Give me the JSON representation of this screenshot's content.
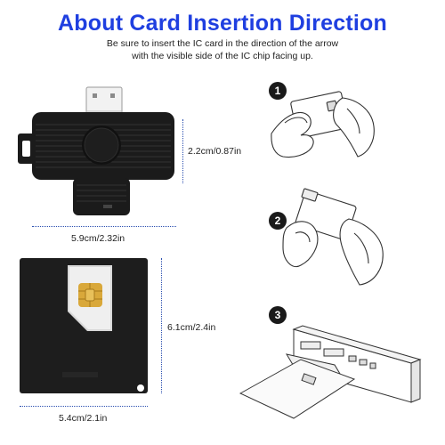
{
  "header": {
    "title": "About Card Insertion Direction",
    "subtitle_line1": "Be sure to insert the IC card in the direction of the arrow",
    "subtitle_line2": "with the visible side of the IC chip facing up."
  },
  "reader": {
    "height_label": "2.2cm/0.87in",
    "width_label": "5.9cm/2.32in"
  },
  "card": {
    "height_label": "6.1cm/2.4in",
    "width_label": "5.4cm/2.1in"
  },
  "steps": [
    {
      "number": "1"
    },
    {
      "number": "2"
    },
    {
      "number": "3"
    }
  ],
  "colors": {
    "title": "#1f3fe0",
    "dim_line": "#2b4fb0",
    "device": "#1b1b1b"
  }
}
